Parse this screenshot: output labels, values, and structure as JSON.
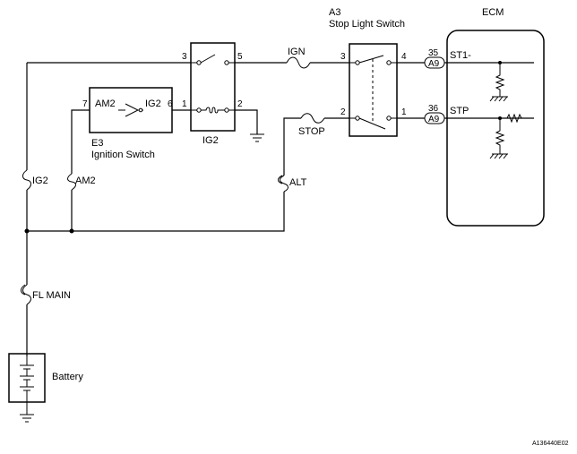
{
  "components": {
    "a3_code": "A3",
    "a3_name": "Stop Light Switch",
    "ecm": "ECM",
    "e3_code": "E3",
    "e3_name": "Ignition Switch",
    "ig2_relay": "IG2",
    "battery": "Battery"
  },
  "fuses": {
    "ign": "IGN",
    "stop": "STOP",
    "ig2": "IG2",
    "am2": "AM2",
    "alt": "ALT",
    "fl_main": "FL MAIN"
  },
  "ignition_switch": {
    "left": "AM2",
    "right": "IG2",
    "pin_left": "7",
    "pin_right": "6"
  },
  "relay_pins": {
    "p3": "3",
    "p5": "5",
    "p1": "1",
    "p2": "2"
  },
  "stop_switch_pins": {
    "p3": "3",
    "p4": "4",
    "p2": "2",
    "p1": "1"
  },
  "ecm_terminals": {
    "st1_num": "35",
    "st1_conn": "A9",
    "st1": "ST1-",
    "stp_num": "36",
    "stp_conn": "A9",
    "stp": "STP"
  },
  "figure_code": "A136440E02"
}
